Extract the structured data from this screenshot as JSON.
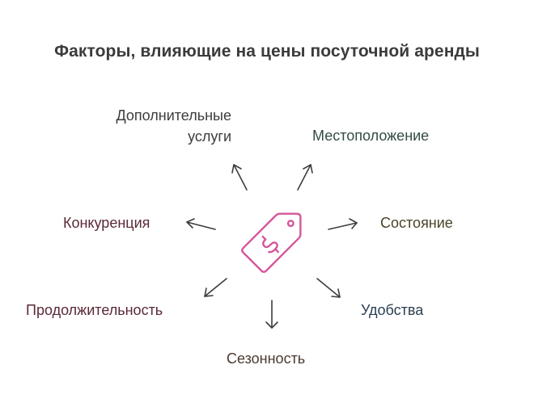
{
  "title": "Факторы, влияющие на цены посуточной аренды",
  "center_icon": {
    "icon": "price-tag-icon",
    "glyph": "$",
    "color": "#d6569b"
  },
  "colors": {
    "arrow": "#3d3d3d",
    "title": "#3b3b3b"
  },
  "factors": [
    {
      "key": "services",
      "label_lines": [
        "Дополнительные",
        "услуги"
      ],
      "color": "#3d3d3d"
    },
    {
      "key": "location",
      "label": "Местоположение",
      "color": "#344b45"
    },
    {
      "key": "competition",
      "label": "Конкуренция",
      "color": "#5a2a36"
    },
    {
      "key": "condition",
      "label": "Состояние",
      "color": "#4a4426"
    },
    {
      "key": "duration",
      "label": "Продолжительность",
      "color": "#5a2a36"
    },
    {
      "key": "comfort",
      "label": "Удобства",
      "color": "#2b3f52"
    },
    {
      "key": "season",
      "label": "Сезонность",
      "color": "#4a3a2f"
    }
  ]
}
